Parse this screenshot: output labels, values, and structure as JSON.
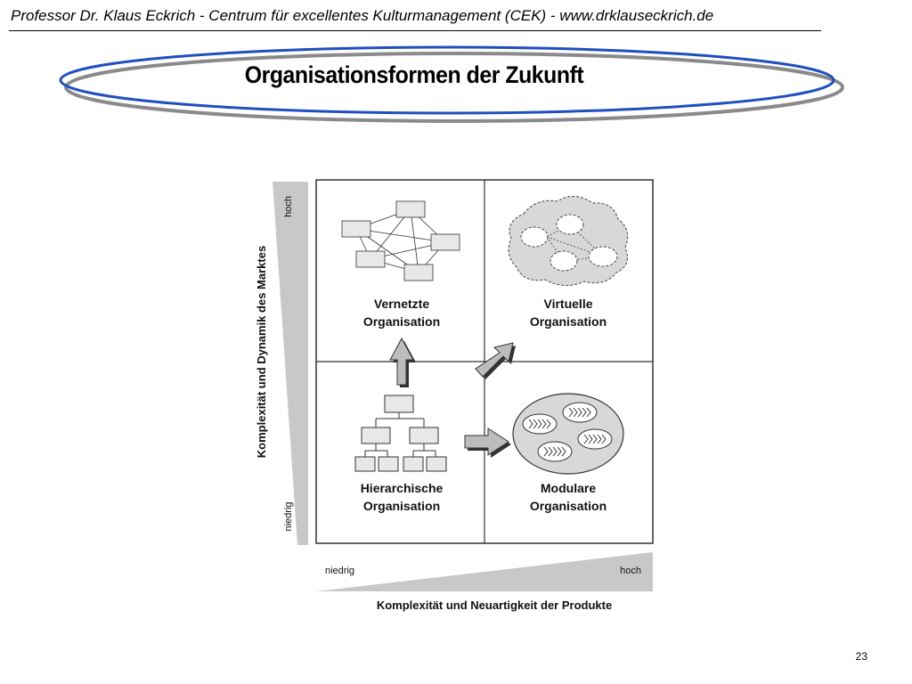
{
  "header": {
    "text": "Professor Dr. Klaus Eckrich - Centrum für excellentes Kulturmanagement (CEK) - www.drklauseckrich.de"
  },
  "title": "Organisationsformen der Zukunft",
  "diagram": {
    "y_axis": {
      "label": "Komplexität und Dynamik des Marktes",
      "high": "hoch",
      "low": "niedrig"
    },
    "x_axis": {
      "label": "Komplexität und Neuartigkeit der Produkte",
      "high": "hoch",
      "low": "niedrig"
    },
    "quadrants": {
      "top_left": {
        "line1": "Vernetzte",
        "line2": "Organisation"
      },
      "top_right": {
        "line1": "Virtuelle",
        "line2": "Organisation"
      },
      "bottom_left": {
        "line1": "Hierarchische",
        "line2": "Organisation"
      },
      "bottom_right": {
        "line1": "Modulare",
        "line2": "Organisation"
      }
    }
  },
  "slide_number": "23",
  "colors": {
    "ring_blue": "#1f4fbf",
    "ring_gray": "#8a8a8a",
    "wedge_gray": "#c8c8c8",
    "box_fill": "#e8e8e8",
    "cloud_fill": "#d8d8d8"
  }
}
